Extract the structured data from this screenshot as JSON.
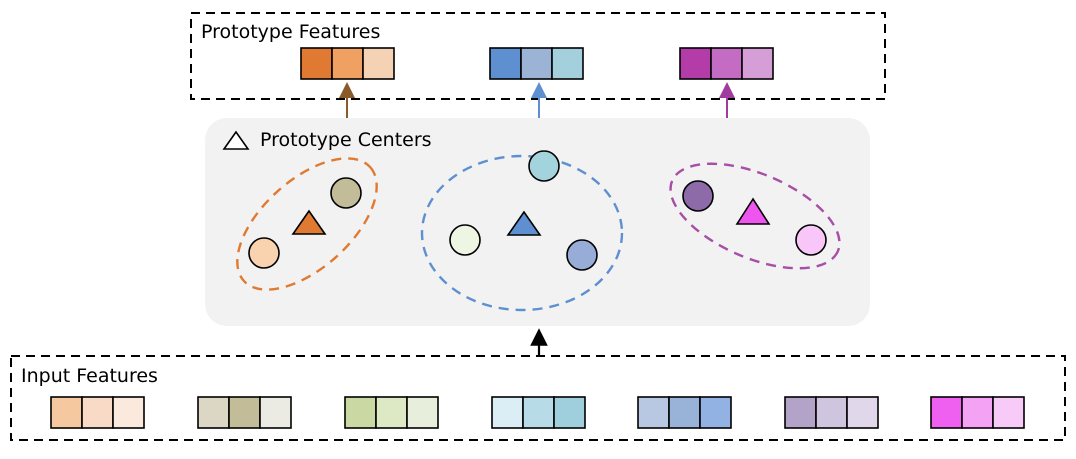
{
  "prototype_features": {
    "title": "Prototype Features",
    "groups": [
      {
        "name": "orange-prototype",
        "cells": [
          "#e07a32",
          "#f0a060",
          "#f6d2b4"
        ]
      },
      {
        "name": "blue-prototype",
        "cells": [
          "#5e8fd0",
          "#9bb4d6",
          "#a3d0dc"
        ]
      },
      {
        "name": "purple-prototype",
        "cells": [
          "#b43ca8",
          "#c46cc4",
          "#d69ed6"
        ]
      }
    ]
  },
  "prototype_centers": {
    "legend_label": "Prototype Centers",
    "clusters": [
      {
        "name": "orange-cluster",
        "outline_color": "#e07a32",
        "center_color": "#e07a32",
        "points": [
          "#c3bc98",
          "#f9d2b0"
        ]
      },
      {
        "name": "blue-cluster",
        "outline_color": "#5e8fd0",
        "center_color": "#5e8fd0",
        "points": [
          "#a3d4de",
          "#eef5e2",
          "#97acd6"
        ]
      },
      {
        "name": "purple-cluster",
        "outline_color": "#a74ea7",
        "center_color": "#ee55ee",
        "points": [
          "#8d6ba8",
          "#f8c6f8"
        ]
      }
    ]
  },
  "input_features": {
    "title": "Input Features",
    "groups": [
      {
        "name": "orange-input",
        "cells": [
          "#f6c8a0",
          "#f8dac6",
          "#fae9dc"
        ]
      },
      {
        "name": "olive-input",
        "cells": [
          "#dbd7c4",
          "#c3bc98",
          "#ecebe3"
        ]
      },
      {
        "name": "green-input",
        "cells": [
          "#cad9a4",
          "#dde8c4",
          "#e8eedc"
        ]
      },
      {
        "name": "cyan-input",
        "cells": [
          "#dceef5",
          "#b8dce7",
          "#9fcfdc"
        ]
      },
      {
        "name": "blue-input",
        "cells": [
          "#b8c8e2",
          "#98b2d8",
          "#92b2e4"
        ]
      },
      {
        "name": "violet-input",
        "cells": [
          "#b3a3c8",
          "#d0c5df",
          "#e0d7eb"
        ]
      },
      {
        "name": "pink-input",
        "cells": [
          "#f060f0",
          "#f4a2f4",
          "#f8caf8"
        ]
      }
    ]
  },
  "arrows": {
    "to_orange_prototype": "#8b5a2b",
    "to_blue_prototype": "#5e8fd0",
    "to_purple_prototype": "#a03ca0",
    "input_to_centers": "#000000"
  }
}
